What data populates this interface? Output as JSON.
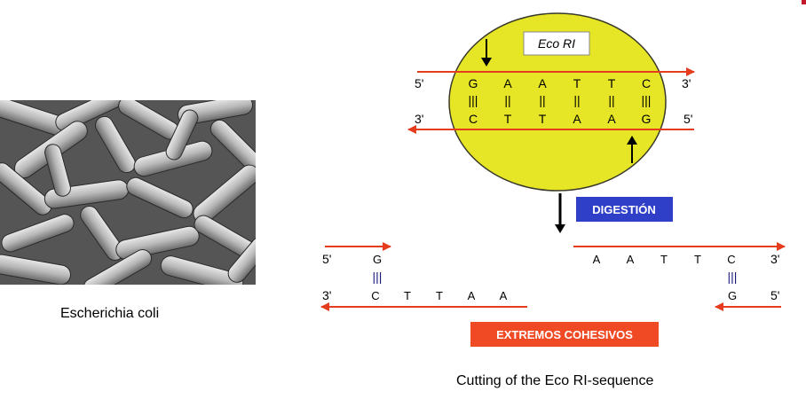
{
  "image_caption": "Escherichia coli",
  "figure_caption": "Cutting of the Eco RI-sequence",
  "colors": {
    "strand": "#e63c1e",
    "circle": "#e6e626",
    "circle_stroke": "#3a3a2a",
    "digest_label_bg": "#2f3fc8",
    "sticky_label_bg": "#f04a24"
  },
  "enzyme": {
    "label": "Eco RI",
    "top_strand": {
      "left_end": "5'",
      "right_end": "3'",
      "bases": [
        "G",
        "A",
        "A",
        "T",
        "T",
        "C"
      ]
    },
    "bottom_strand": {
      "left_end": "3'",
      "right_end": "5'",
      "bases": [
        "C",
        "T",
        "T",
        "A",
        "A",
        "G"
      ]
    },
    "bonds": [
      "|||",
      "||",
      "||",
      "||",
      "||",
      "|||"
    ]
  },
  "digestion_label": "DIGESTIÓN",
  "left_fragment": {
    "top_end": "5'",
    "bottom_end": "3'",
    "top_bases": [
      "G"
    ],
    "bottom_bases": [
      "C",
      "T",
      "T",
      "A",
      "A"
    ],
    "bond": "|||"
  },
  "right_fragment": {
    "top_end": "3'",
    "bottom_end": "5'",
    "top_bases": [
      "A",
      "A",
      "T",
      "T",
      "C"
    ],
    "bottom_bases": [
      "G"
    ],
    "bond": "|||"
  },
  "sticky_ends_label": "EXTREMOS COHESIVOS"
}
